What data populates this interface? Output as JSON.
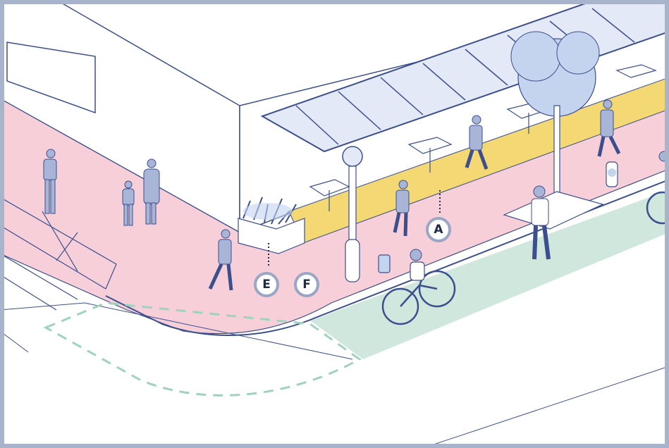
{
  "colors": {
    "sidewalk": "#f6cfd8",
    "amenity_zone": "#f3d874",
    "bike_lane": "#cfe7dc",
    "line": "#3b4f8f",
    "accent_light": "#c5d4ee",
    "frame": "#a8b3cc"
  },
  "markers": [
    {
      "id": "A",
      "label": "A"
    },
    {
      "id": "E",
      "label": "E"
    },
    {
      "id": "F",
      "label": "F"
    }
  ],
  "icons": [
    "pedestrian-icon",
    "cyclist-icon",
    "street-tree-icon",
    "street-lamp-icon",
    "cafe-table-icon",
    "planter-icon",
    "trash-can-icon",
    "fire-hydrant-icon",
    "awning-icon"
  ]
}
